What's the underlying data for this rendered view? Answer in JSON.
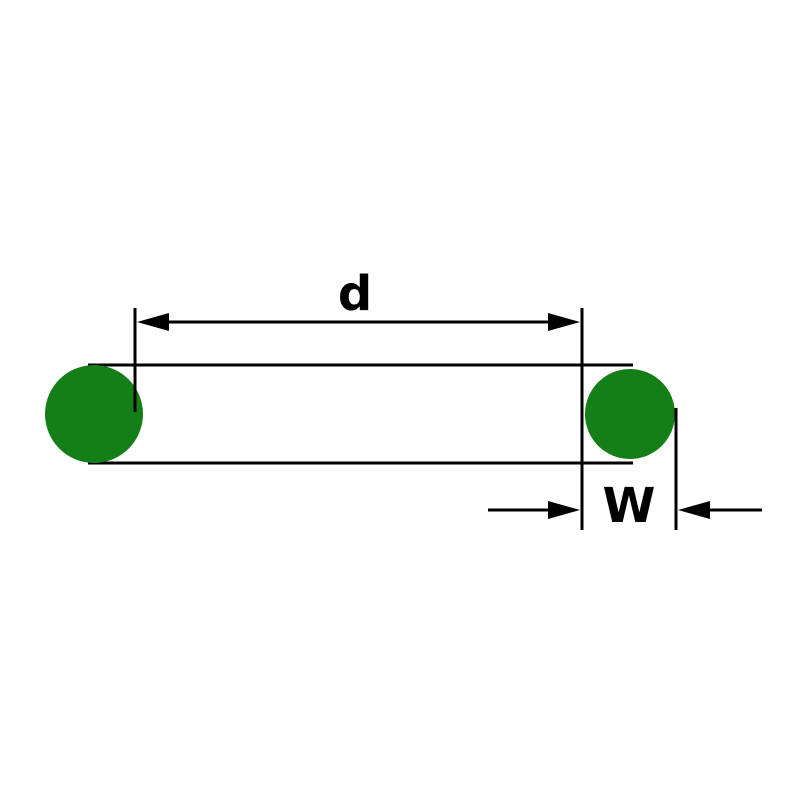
{
  "diagram": {
    "type": "o-ring-dimension-drawing",
    "labels": {
      "inner_diameter": "d",
      "cross_section_width": "W"
    },
    "colors": {
      "ring_fill": "#157f17",
      "line": "#000000",
      "background": "#ffffff"
    }
  }
}
